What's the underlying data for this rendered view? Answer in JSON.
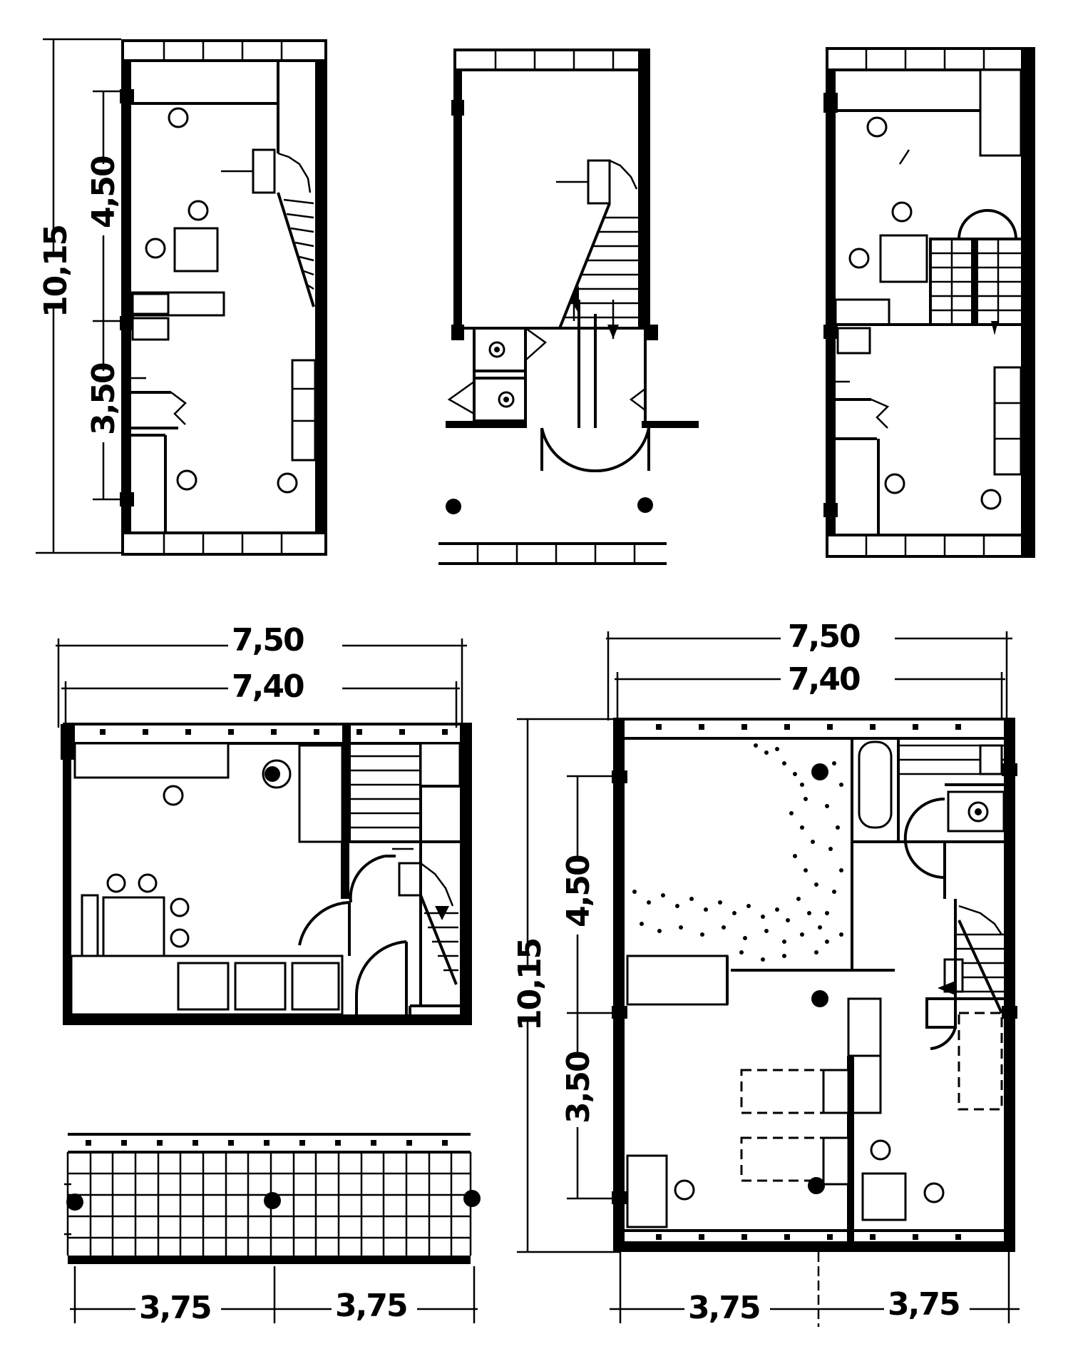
{
  "dimensions": {
    "plan1": {
      "height_total": "10,15",
      "upper": "4,50",
      "lower": "3,50"
    },
    "plan4": {
      "outer_width": "7,50",
      "inner_width": "7,40"
    },
    "plan5": {
      "outer_width": "7,50",
      "inner_width": "7,40",
      "height_total": "10,15",
      "upper": "4,50",
      "lower": "3,50",
      "bay_left": "3,75",
      "bay_right": "3,75"
    },
    "plan6": {
      "bay_left": "3,75",
      "bay_right": "3,75"
    }
  }
}
